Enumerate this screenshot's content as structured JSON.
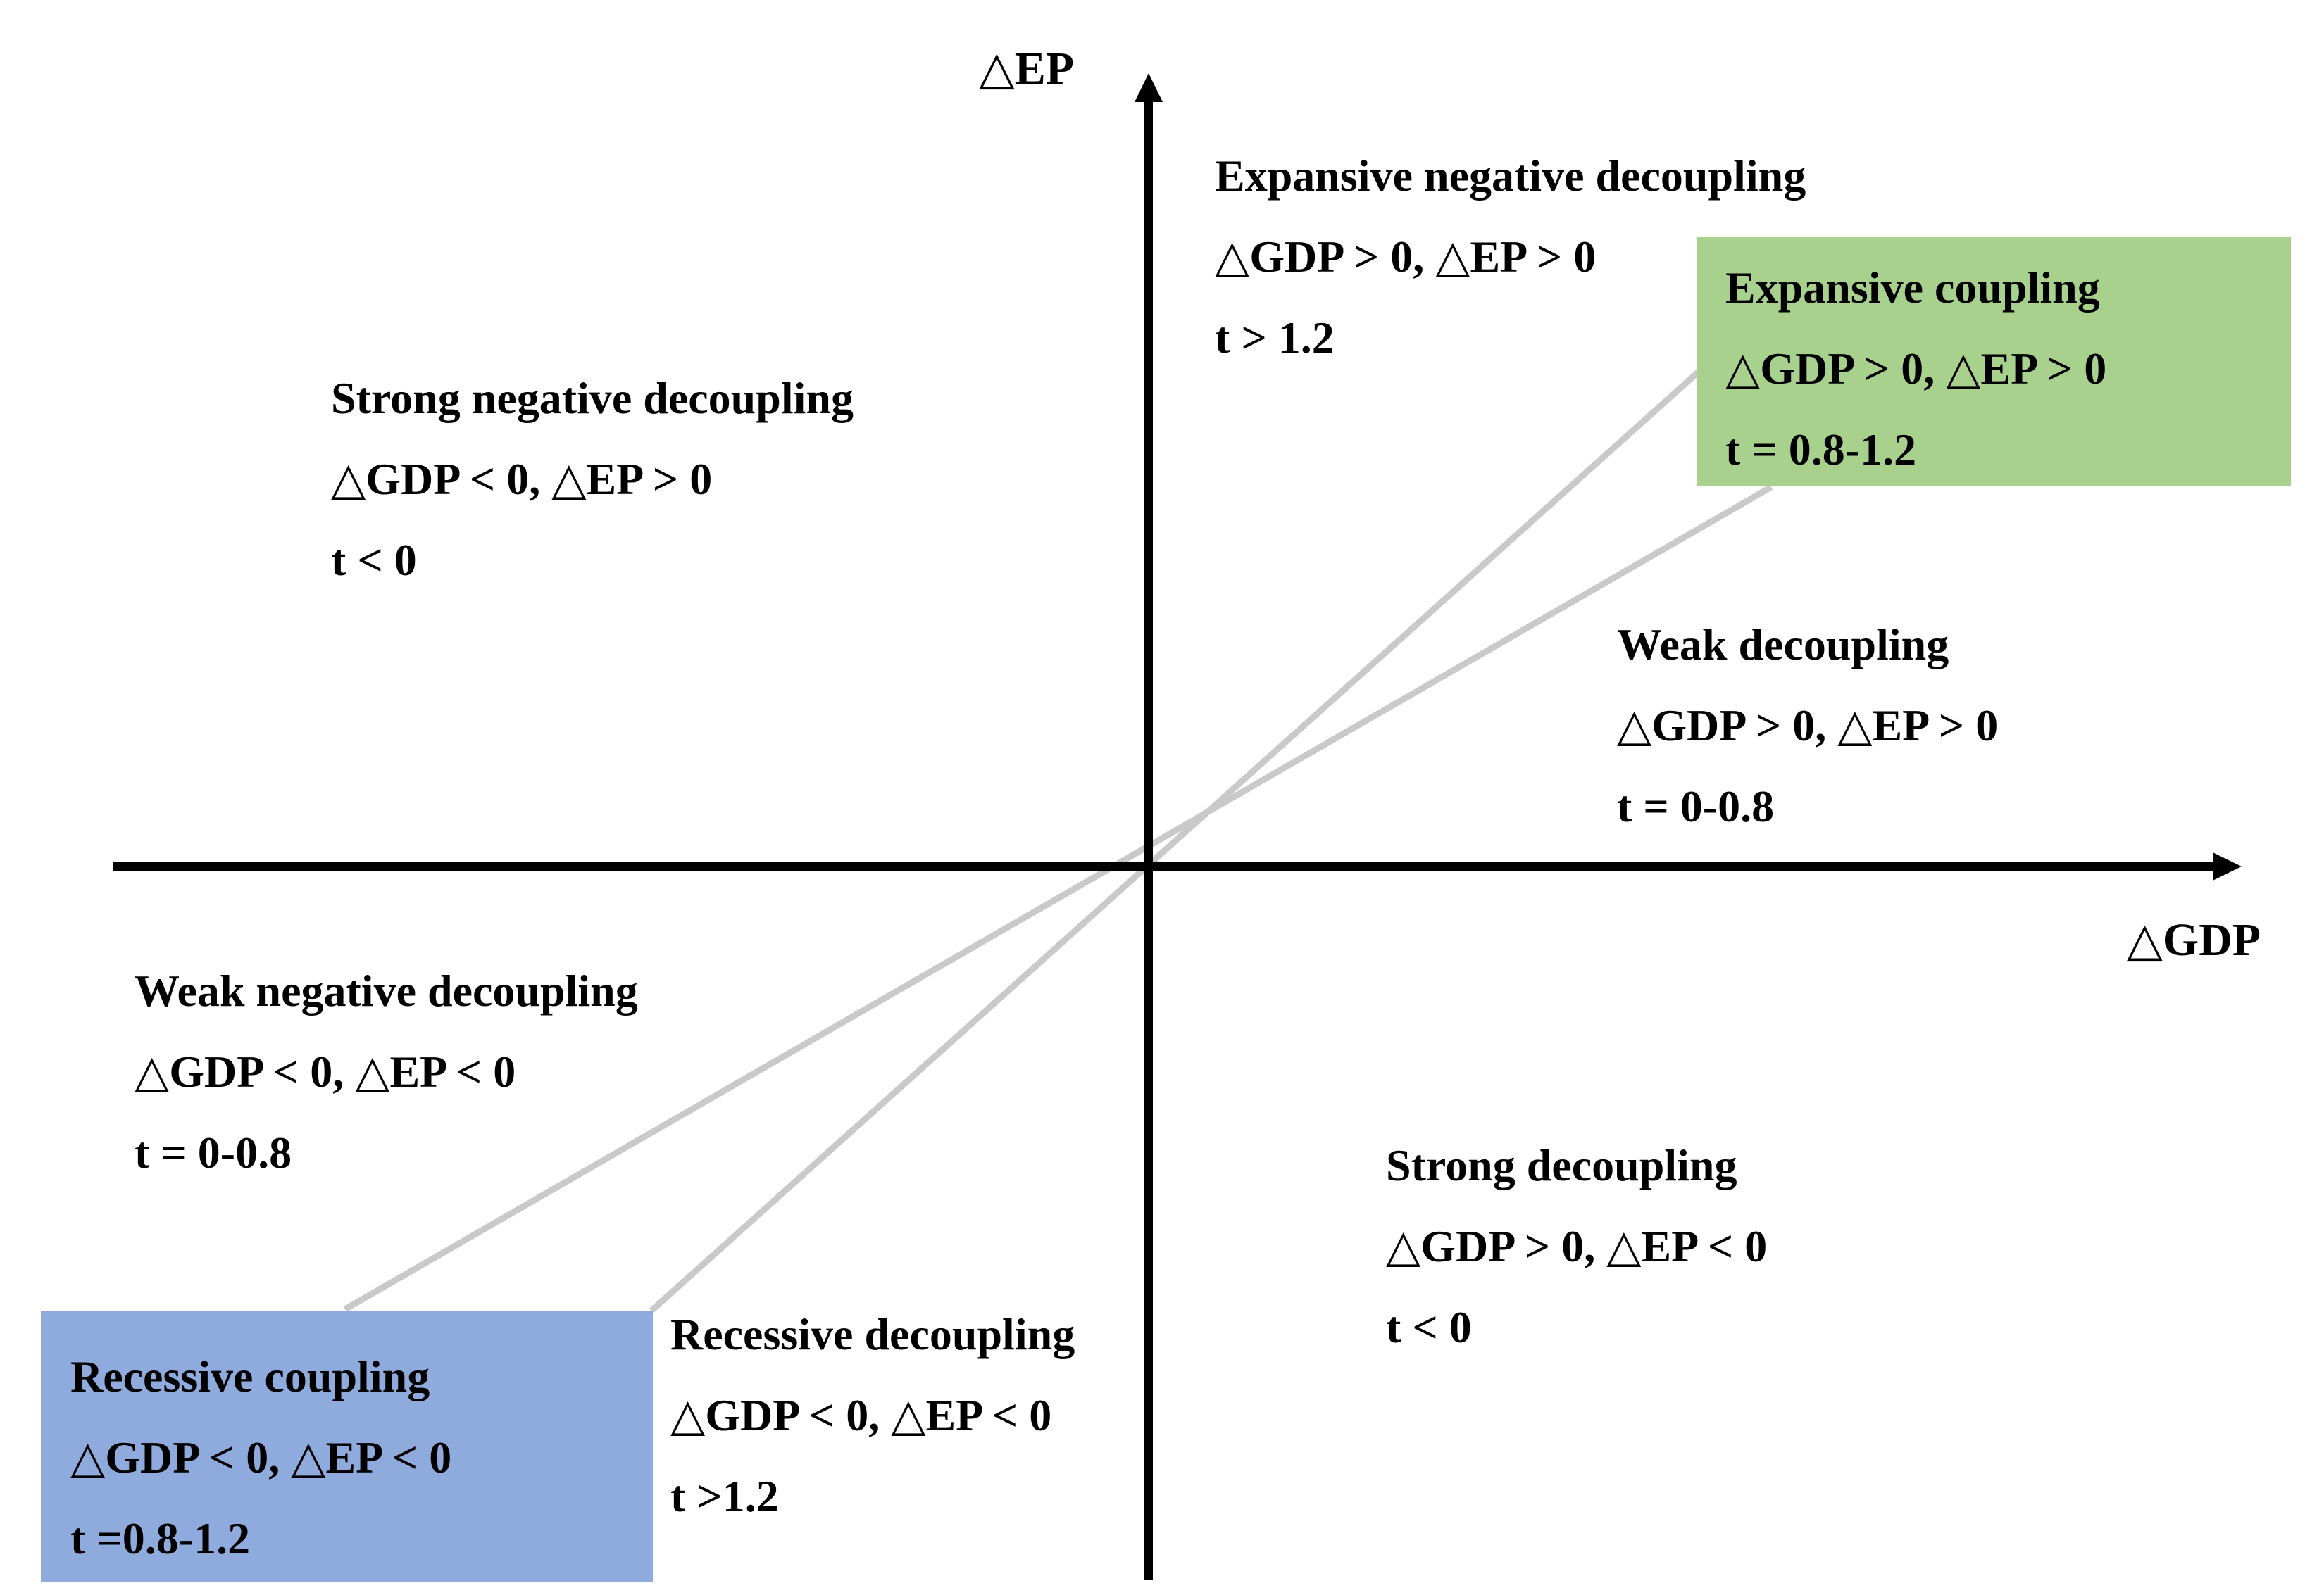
{
  "axes": {
    "x_label": "△GDP",
    "y_label": "△EP"
  },
  "colors": {
    "axis": "#000000",
    "text": "#000000",
    "guide_line": "#c9c9c9",
    "expansive_coupling_bg": "#a9d18e",
    "recessive_coupling_bg": "#8faadc"
  },
  "regions": [
    {
      "name": "Expansive negative decoupling",
      "condition": "△GDP > 0, △EP > 0",
      "threshold": "t > 1.2"
    },
    {
      "name": "Expansive coupling",
      "condition": "△GDP > 0, △EP > 0",
      "threshold": "t = 0.8-1.2"
    },
    {
      "name": "Weak decoupling",
      "condition": "△GDP > 0, △EP > 0",
      "threshold": "t = 0-0.8"
    },
    {
      "name": "Strong negative decoupling",
      "condition": "△GDP < 0, △EP > 0",
      "threshold": "t < 0"
    },
    {
      "name": "Weak negative decoupling",
      "condition": "△GDP < 0, △EP < 0",
      "threshold": "t = 0-0.8"
    },
    {
      "name": "Recessive coupling",
      "condition": "△GDP < 0, △EP < 0",
      "threshold": "t =0.8-1.2"
    },
    {
      "name": "Recessive decoupling",
      "condition": "△GDP < 0, △EP < 0",
      "threshold": "t >1.2"
    },
    {
      "name": "Strong decoupling",
      "condition": "△GDP > 0, △EP < 0",
      "threshold": "t < 0"
    }
  ]
}
